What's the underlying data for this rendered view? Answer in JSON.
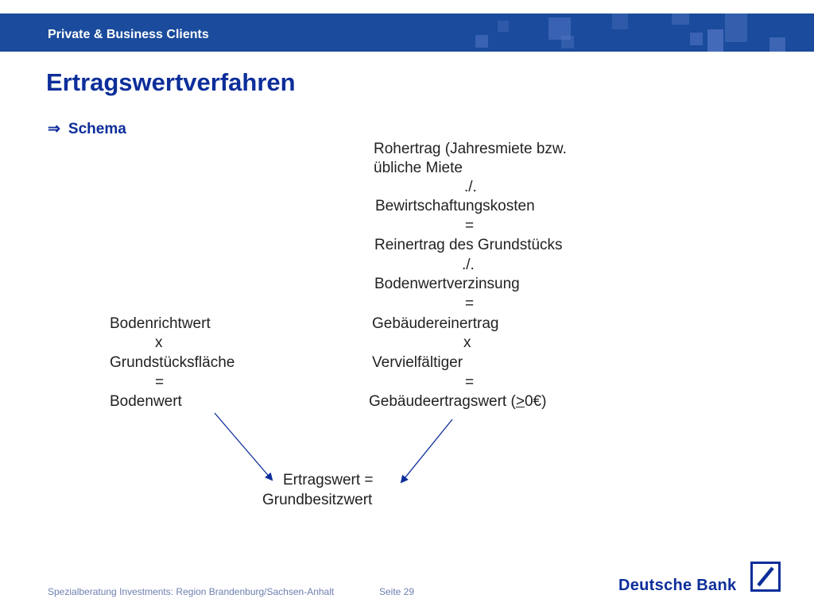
{
  "header": {
    "label": "Private & Business Clients"
  },
  "title": "Ertragswertverfahren",
  "bullet": {
    "arrow": "⇒",
    "text": "Schema"
  },
  "right_column": {
    "line1": "Rohertrag (Jahresmiete bzw.",
    "line2": "übliche Miete",
    "op1": "./.",
    "line3": "Bewirtschaftungskosten",
    "op2": "=",
    "line4": "Reinertrag des Grundstücks",
    "op3": "./.",
    "line5": "Bodenwertverzinsung",
    "op4": "=",
    "line6": "Gebäudereinertrag",
    "op5": "x",
    "line7": "Vervielfältiger",
    "op6": "=",
    "line8_prefix": "Gebäudeertragswert (",
    "line8_ge": ">",
    "line8_suffix": "0€)"
  },
  "left_column": {
    "line1": "Bodenrichtwert",
    "op1": "x",
    "line2": "Grundstücksfläche",
    "op2": "=",
    "line3": "Bodenwert"
  },
  "result": {
    "line1": "Ertragswert =",
    "line2": "Grundbesitzwert"
  },
  "footer": {
    "text": "Spezialberatung Investments: Region Brandenburg/Sachsen-Anhalt",
    "page": "Seite 29",
    "brand": "Deutsche Bank"
  },
  "colors": {
    "header_bg": "#1a4b9c",
    "title": "#0d2e9a",
    "arrow_line": "#0d2e9a"
  }
}
